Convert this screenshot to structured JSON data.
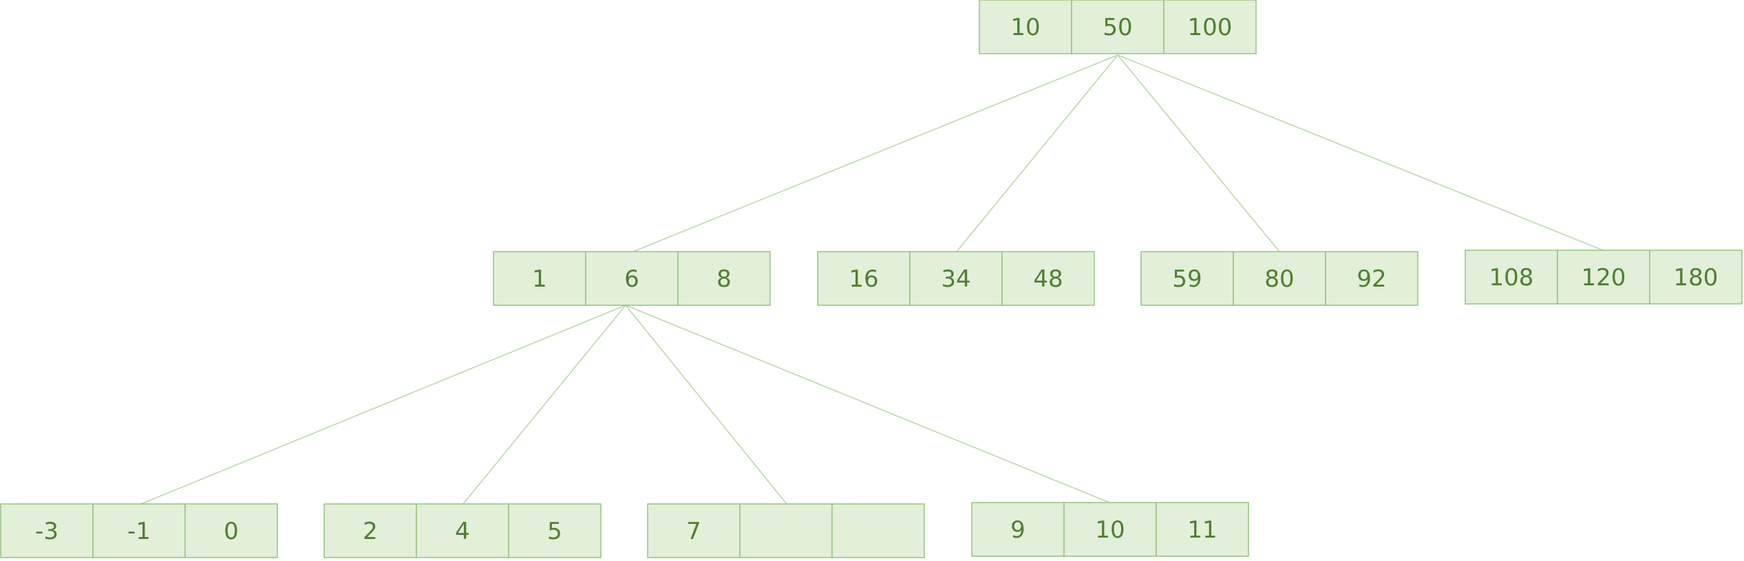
{
  "colors": {
    "cell_fill": "#e2efd9",
    "cell_border": "#93c47d",
    "text": "#4e7f33",
    "edge": "#b7d7a8"
  },
  "nodes": [
    {
      "id": "root",
      "keys": [
        "10",
        "50",
        "100"
      ]
    },
    {
      "id": "l1-a",
      "keys": [
        "1",
        "6",
        "8"
      ]
    },
    {
      "id": "l1-b",
      "keys": [
        "16",
        "34",
        "48"
      ]
    },
    {
      "id": "l1-c",
      "keys": [
        "59",
        "80",
        "92"
      ]
    },
    {
      "id": "l1-d",
      "keys": [
        "108",
        "120",
        "180"
      ]
    },
    {
      "id": "l2-a",
      "keys": [
        "-3",
        "-1",
        "0"
      ]
    },
    {
      "id": "l2-b",
      "keys": [
        "2",
        "4",
        "5"
      ]
    },
    {
      "id": "l2-c",
      "keys": [
        "7",
        "",
        ""
      ]
    },
    {
      "id": "l2-d",
      "keys": [
        "9",
        "10",
        "11"
      ]
    }
  ],
  "edges": [
    {
      "from": "root",
      "to": "l1-a"
    },
    {
      "from": "root",
      "to": "l1-b"
    },
    {
      "from": "root",
      "to": "l1-c"
    },
    {
      "from": "root",
      "to": "l1-d"
    },
    {
      "from": "l1-a",
      "to": "l2-a"
    },
    {
      "from": "l1-a",
      "to": "l2-b"
    },
    {
      "from": "l1-a",
      "to": "l2-c"
    },
    {
      "from": "l1-a",
      "to": "l2-d"
    }
  ]
}
